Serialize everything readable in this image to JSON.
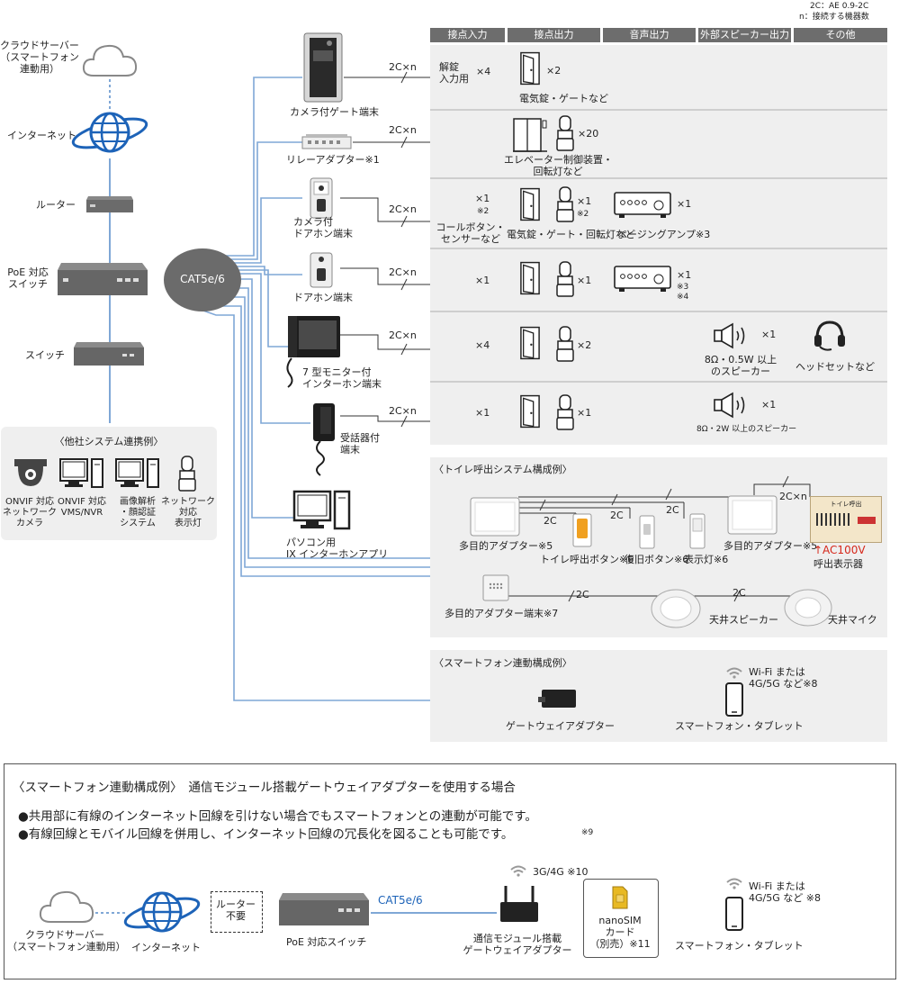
{
  "top_note": {
    "line1": "2C：AE 0.9-2C",
    "line2": "n：接続する機器数"
  },
  "headers": [
    "接点入力",
    "接点出力",
    "音声出力",
    "外部スピーカー出力",
    "その他"
  ],
  "left_devices": {
    "cloud": "クラウドサーバー\n（スマートフォン\n連動用）",
    "internet": "インターネット",
    "router": "ルーター",
    "poe_switch": "PoE 対応\nスイッチ",
    "switch": "スイッチ",
    "cat": "CAT5e/6"
  },
  "other_systems": {
    "title": "〈他社システム連携例〉",
    "items": [
      "ONVIF 対応\nネットワーク\nカメラ",
      "ONVIF 対応\nVMS/NVR",
      "画像解析\n・顔認証\nシステム",
      "ネットワーク\n対応\n表示灯"
    ]
  },
  "terminals": [
    "カメラ付ゲート端末",
    "リレーアダプター※1",
    "カメラ付\nドアホン端末",
    "ドアホン端末",
    "7 型モニター付\nインターホン端末",
    "受話器付\n端末",
    "パソコン用\nIX インターホンアプリ"
  ],
  "wire_label": "2C×n",
  "rows": {
    "r1": {
      "in_label": "解錠\n入力用",
      "in_count": "×4",
      "out_count": "×2",
      "out_caption": "電気錠・ゲートなど"
    },
    "r2": {
      "out_count": "×20",
      "out_caption": "エレベーター制御装置・\n回転灯など"
    },
    "r3": {
      "in_count": "×1",
      "in_note": "※2",
      "in_caption": "コールボタン・\nセンサーなど",
      "out_count": "×1",
      "out_note": "※2",
      "out_caption": "電気錠・ゲート・回転灯など",
      "amp_count": "×1",
      "amp_caption": "ページングアンプ※3"
    },
    "r4": {
      "in_count": "×1",
      "out_count": "×1",
      "amp_count": "×1",
      "amp_note": "※3\n※4"
    },
    "r5": {
      "in_count": "×4",
      "out_count": "×2",
      "spk_count": "×1",
      "spk_caption": "8Ω・0.5W 以上\nのスピーカー",
      "headset_caption": "ヘッドセットなど"
    },
    "r6": {
      "in_count": "×1",
      "out_count": "×1",
      "spk_count": "×1",
      "spk_caption": "8Ω・2W 以上のスピーカー"
    }
  },
  "toilet": {
    "title": "〈トイレ呼出システム構成例〉",
    "adapter1": "多目的アダプター※5",
    "button": "トイレ呼出ボタン※6",
    "reset": "復旧ボタン※6",
    "lamp": "表示灯※6",
    "adapter2": "多目的アダプター※5",
    "ac": "↑AC100V",
    "panel": "呼出表示器",
    "panel_label": "トイレ呼出",
    "multi_terminal": "多目的アダプター端末※7",
    "ceiling_speaker": "天井スピーカー",
    "ceiling_mic": "天井マイク",
    "wire_2c": "2C",
    "wire_2cn": "2C×n"
  },
  "smartphone": {
    "title": "〈スマートフォン連動構成例〉",
    "gateway": "ゲートウェイアダプター",
    "phone": "スマートフォン・タブレット",
    "wifi": "Wi-Fi または\n4G/5G など※8"
  },
  "bottom": {
    "title": "〈スマートフォン連動構成例〉　通信モジュール搭載ゲートウェイアダプターを使用する場合",
    "bullet1": "●共用部に有線のインターネット回線を引けない場合でもスマートフォンとの連動が可能です。",
    "bullet2": "●有線回線とモバイル回線を併用し、インターネット回線の冗長化を図ることも可能です。",
    "bullet2_note": "※9",
    "cloud": "クラウドサーバー\n（スマートフォン連動用）",
    "internet": "インターネット",
    "router_box": "ルーター\n不要",
    "poe": "PoE 対応スイッチ",
    "cat": "CAT5e/6",
    "net": "3G/4G ※10",
    "gateway": "通信モジュール搭載\nゲートウェイアダプター",
    "sim": "nanoSIM\nカード\n（別売）※11",
    "wifi": "Wi-Fi または\n4G/5G など ※8",
    "phone": "スマートフォン・タブレット"
  },
  "colors": {
    "line_blue": "#7fa7d6",
    "panel_gray": "#efefef",
    "header_gray": "#6d6d6d",
    "red": "#d6271a",
    "globe_blue": "#1d63b8"
  }
}
